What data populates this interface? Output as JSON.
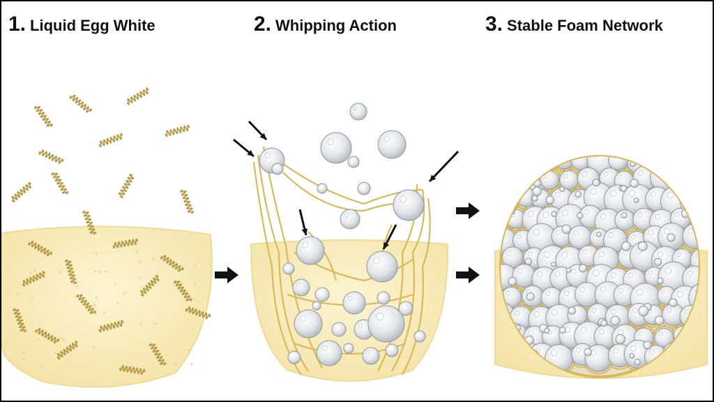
{
  "stages": [
    {
      "number": "1.",
      "label": "Liquid Egg White"
    },
    {
      "number": "2.",
      "label": "Whipping Action"
    },
    {
      "number": "3.",
      "label": "Stable Foam Network"
    }
  ],
  "colors": {
    "liquid": "#f9eec0",
    "liquid_edge": "#efdb96",
    "protein": "#b49a47",
    "film": "#d8b95a",
    "bubble": "#dfe2e6",
    "bubble_edge": "#8f959c",
    "arrow": "#111111"
  },
  "icons": [
    "protein-strand-icon",
    "air-bubble-icon",
    "arrow-right-icon",
    "force-arrow-icon"
  ]
}
